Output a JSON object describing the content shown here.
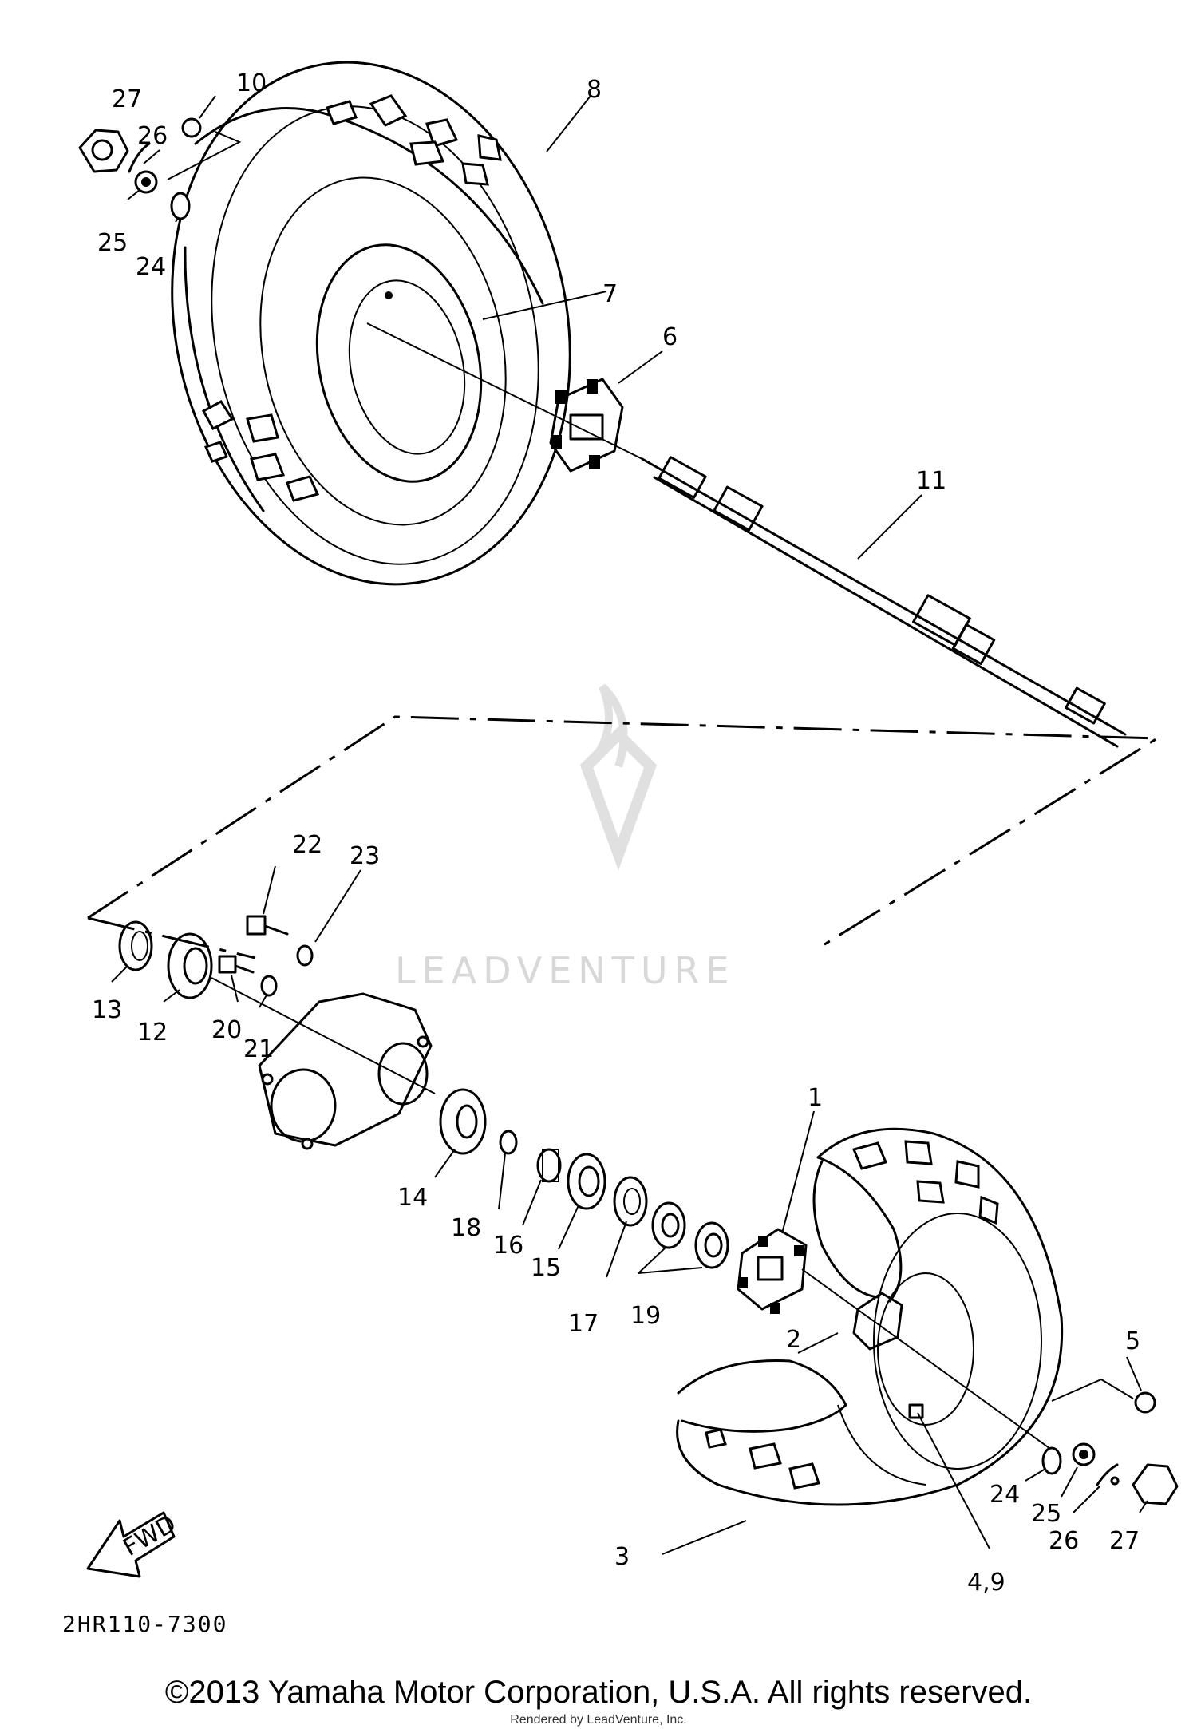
{
  "diagram": {
    "drawing_code": "2HR110-7300",
    "watermark": "LEADVENTURE",
    "copyright": "©2013 Yamaha Motor Corporation, U.S.A. All rights reserved.",
    "rendered_by": "Rendered by LeadVenture, Inc.",
    "fwd_label": "FWD",
    "callouts": {
      "c1": "1",
      "c2": "2",
      "c3": "3",
      "c4_9": "4,9",
      "c5": "5",
      "c6": "6",
      "c7": "7",
      "c8": "8",
      "c10": "10",
      "c11": "11",
      "c12": "12",
      "c13": "13",
      "c14": "14",
      "c15": "15",
      "c16": "16",
      "c17": "17",
      "c18": "18",
      "c19": "19",
      "c20": "20",
      "c21": "21",
      "c22": "22",
      "c23": "23",
      "c24_top": "24",
      "c25_top": "25",
      "c26_top": "26",
      "c27_top": "27",
      "c24_bot": "24",
      "c25_bot": "25",
      "c26_bot": "26",
      "c27_bot": "27"
    }
  }
}
